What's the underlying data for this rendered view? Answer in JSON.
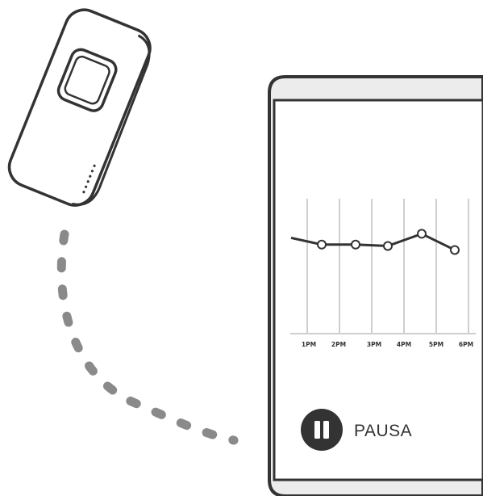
{
  "device": {
    "name": "sensor-device"
  },
  "phone": {
    "pause_label": "PAUSA",
    "pause_icon": "pause-icon"
  },
  "colors": {
    "outline": "#333333",
    "dash": "#8a8a8a",
    "gridline": "#cfcfcf",
    "phone_fill": "#ffffff",
    "phone_body": "#ececec"
  },
  "chart_data": {
    "type": "line",
    "categories": [
      "1PM",
      "2PM",
      "3PM",
      "4PM",
      "5PM",
      "6PM"
    ],
    "x_ticks": [
      "1PM",
      "2PM",
      "3PM",
      "4PM",
      "5PM",
      "6PM"
    ],
    "series": [
      {
        "values": [
          3.4,
          3.3,
          3.3,
          3.25,
          3.7,
          3.1
        ]
      }
    ],
    "leading_value": 3.55,
    "ylim": [
      0,
      5
    ],
    "grid": true,
    "title": "",
    "xlabel": "",
    "ylabel": ""
  }
}
